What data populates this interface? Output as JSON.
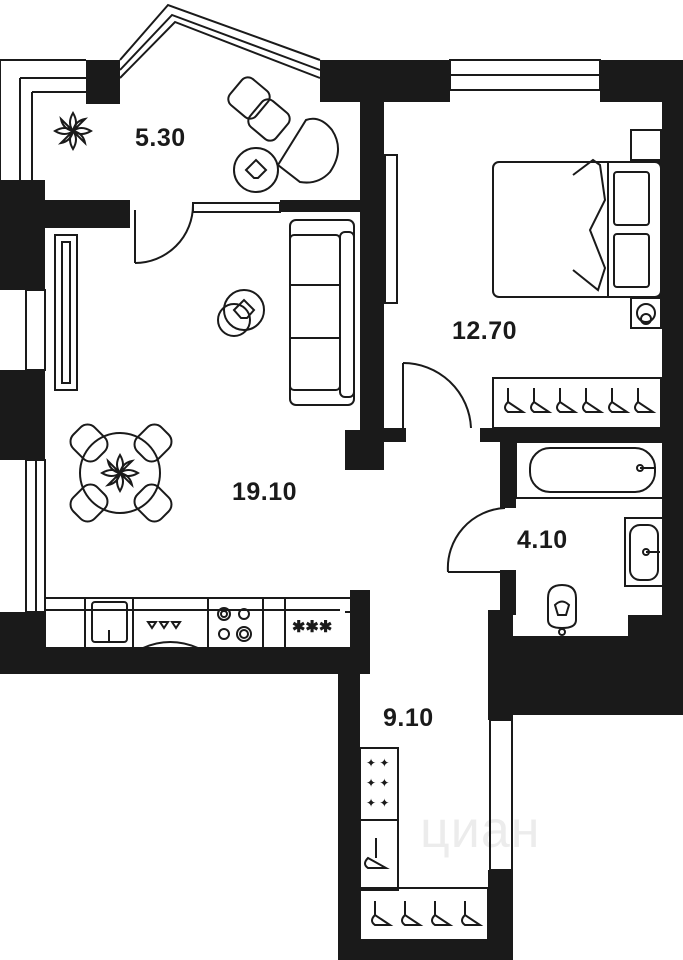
{
  "rooms": [
    {
      "id": "balcony",
      "area": "5.30"
    },
    {
      "id": "bedroom",
      "area": "12.70"
    },
    {
      "id": "living-kitchen",
      "area": "19.10"
    },
    {
      "id": "bathroom",
      "area": "4.10"
    },
    {
      "id": "hallway",
      "area": "9.10"
    }
  ],
  "watermark": "циан",
  "colors": {
    "wall": "#1a1a1a",
    "furniture_stroke": "#1a1a1a",
    "background": "#ffffff"
  }
}
